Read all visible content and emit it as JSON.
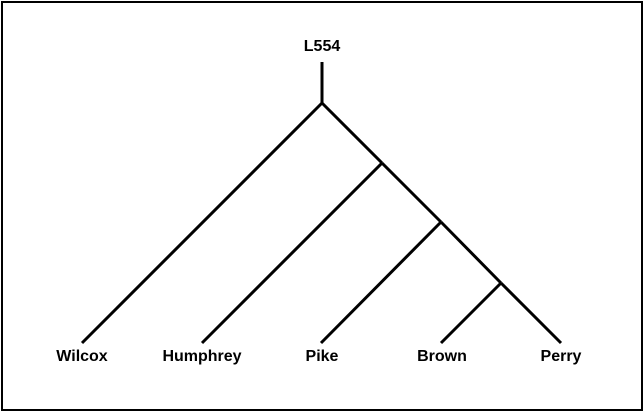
{
  "tree": {
    "root": "L554",
    "leaves": [
      "Wilcox",
      "Humphrey",
      "Pike",
      "Brown",
      "Perry"
    ],
    "structure": "(Wilcox,(Humphrey,(Pike,(Brown,Perry))))"
  },
  "colors": {
    "line": "#000000",
    "background": "#ffffff"
  }
}
